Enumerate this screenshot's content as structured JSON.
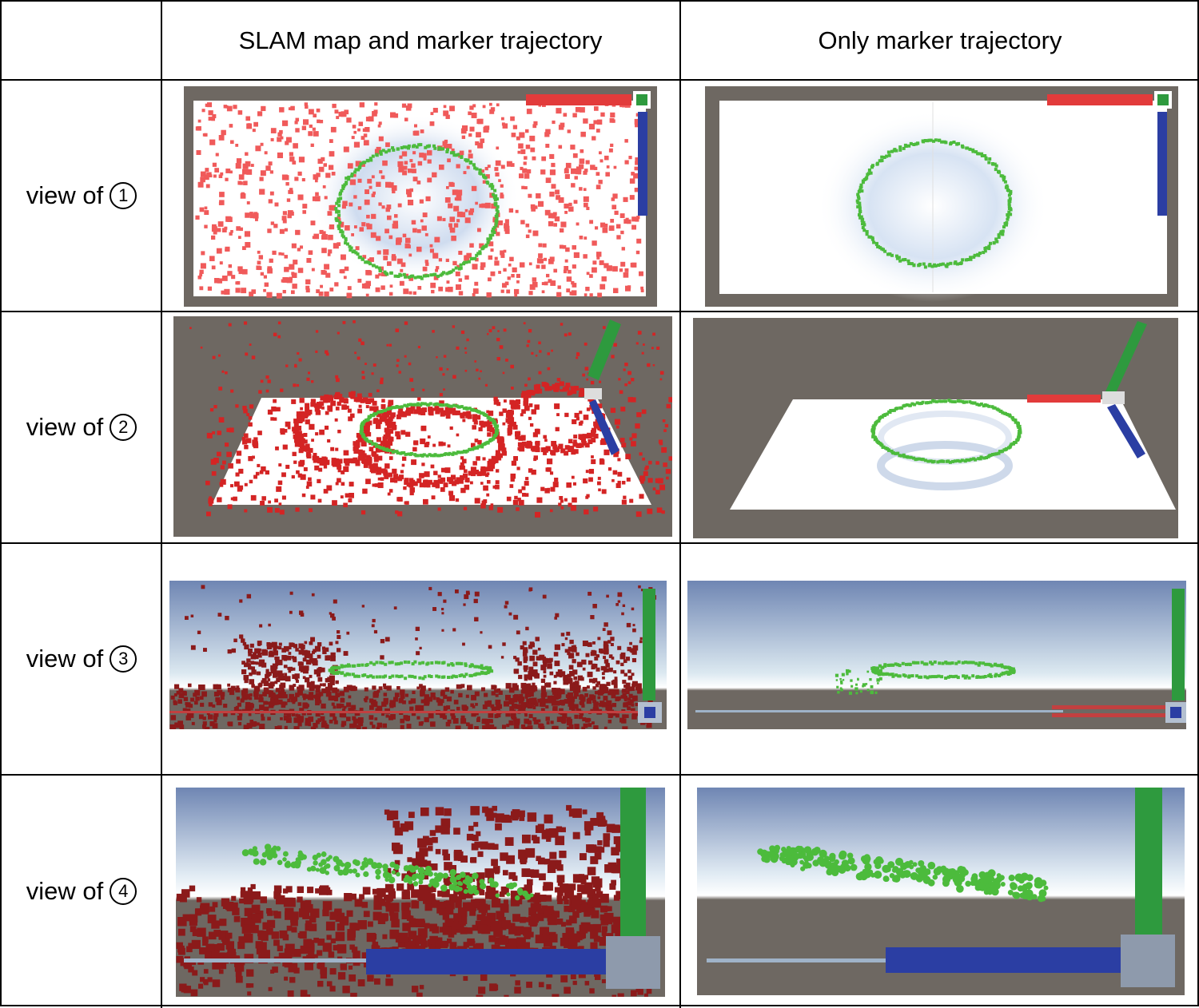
{
  "headers": {
    "col1": "SLAM map and marker trajectory",
    "col2": "Only marker trajectory"
  },
  "rows": [
    {
      "prefix": "view of",
      "num": "1"
    },
    {
      "prefix": "view of",
      "num": "2"
    },
    {
      "prefix": "view of",
      "num": "3"
    },
    {
      "prefix": "view of",
      "num": "4"
    }
  ],
  "colors": {
    "slam_points_top": "#f05a5a",
    "slam_points_3d": "#d42424",
    "slam_points_side": "#8b1a1a",
    "marker_trajectory": "#4cbb3c",
    "axis_x": "#e23b3b",
    "axis_y": "#2e9a3e",
    "axis_z": "#2b3ea3",
    "scene_bg": "#6e6862",
    "plane": "#ffffff",
    "sky": "#6f86b3"
  }
}
